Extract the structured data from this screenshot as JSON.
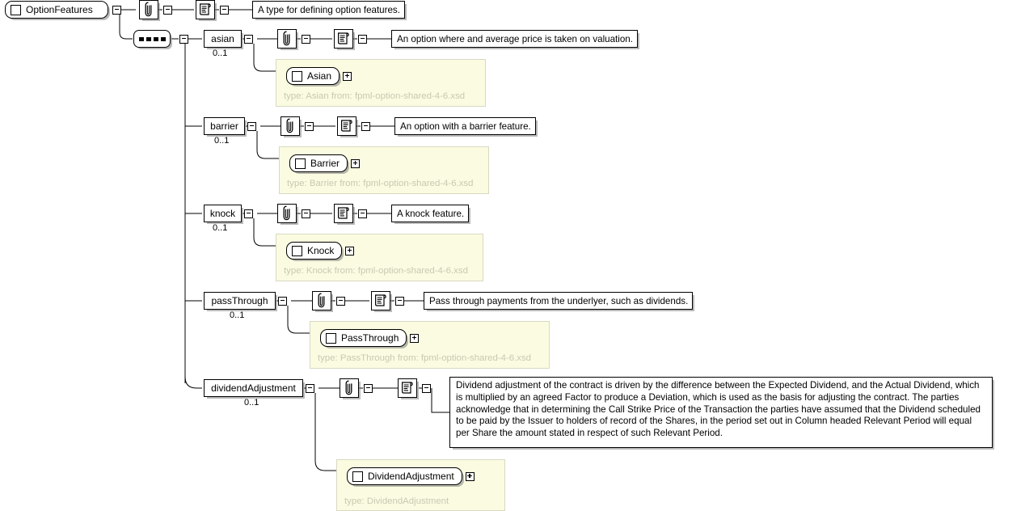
{
  "diagram": {
    "title": "OptionFeatures",
    "kind": "xsd-schema-diagram",
    "colors": {
      "background": "#ffffff",
      "line": "#000000",
      "type_panel_fill": "#fbfbe1",
      "type_panel_border": "#d9d9c3",
      "type_caption_text": "#c9c9b4",
      "shadow": "#808080"
    }
  },
  "root": {
    "label": "OptionFeatures",
    "toggle": "minus",
    "annotation_icon": "paperclip-icon",
    "documentation_icon": "scroll-icon",
    "documentation": "A type for defining option features."
  },
  "compositor": {
    "kind": "sequence",
    "toggle": "minus",
    "dots": 4
  },
  "elements": [
    {
      "name": "asian",
      "cardinality": "0..1",
      "toggle": "minus",
      "annotation_icon": "paperclip-icon",
      "documentation_icon": "scroll-icon",
      "documentation": "An option where and average price is taken on valuation.",
      "type_ref": {
        "label": "Asian",
        "toggle": "plus",
        "caption": "type: Asian from: fpml-option-shared-4-6.xsd"
      }
    },
    {
      "name": "barrier",
      "cardinality": "0..1",
      "toggle": "minus",
      "annotation_icon": "paperclip-icon",
      "documentation_icon": "scroll-icon",
      "documentation": "An option with a barrier feature.",
      "type_ref": {
        "label": "Barrier",
        "toggle": "plus",
        "caption": "type: Barrier from: fpml-option-shared-4-6.xsd"
      }
    },
    {
      "name": "knock",
      "cardinality": "0..1",
      "toggle": "minus",
      "annotation_icon": "paperclip-icon",
      "documentation_icon": "scroll-icon",
      "documentation": "A knock feature.",
      "type_ref": {
        "label": "Knock",
        "toggle": "plus",
        "caption": "type: Knock from: fpml-option-shared-4-6.xsd"
      }
    },
    {
      "name": "passThrough",
      "cardinality": "0..1",
      "toggle": "minus",
      "annotation_icon": "paperclip-icon",
      "documentation_icon": "scroll-icon",
      "documentation": "Pass through payments from the underlyer, such as dividends.",
      "type_ref": {
        "label": "PassThrough",
        "toggle": "plus",
        "caption": "type: PassThrough from: fpml-option-shared-4-6.xsd"
      }
    },
    {
      "name": "dividendAdjustment",
      "cardinality": "0..1",
      "toggle": "minus",
      "annotation_icon": "paperclip-icon",
      "documentation_icon": "scroll-icon",
      "documentation": "Dividend adjustment of the contract is driven by the difference between the Expected Dividend, and the Actual Dividend, which is multiplied by an agreed Factor to produce a Deviation, which is used as the basis for adjusting the contract. The parties acknowledge that in determining the Call Strike Price of the Transaction the parties have assumed that the Dividend scheduled to be paid by the Issuer to holders of record of the Shares, in the period set out in Column headed Relevant Period will equal per Share the amount stated in respect of such Relevant Period.",
      "type_ref": {
        "label": "DividendAdjustment",
        "toggle": "plus",
        "caption": "type: DividendAdjustment"
      }
    }
  ]
}
